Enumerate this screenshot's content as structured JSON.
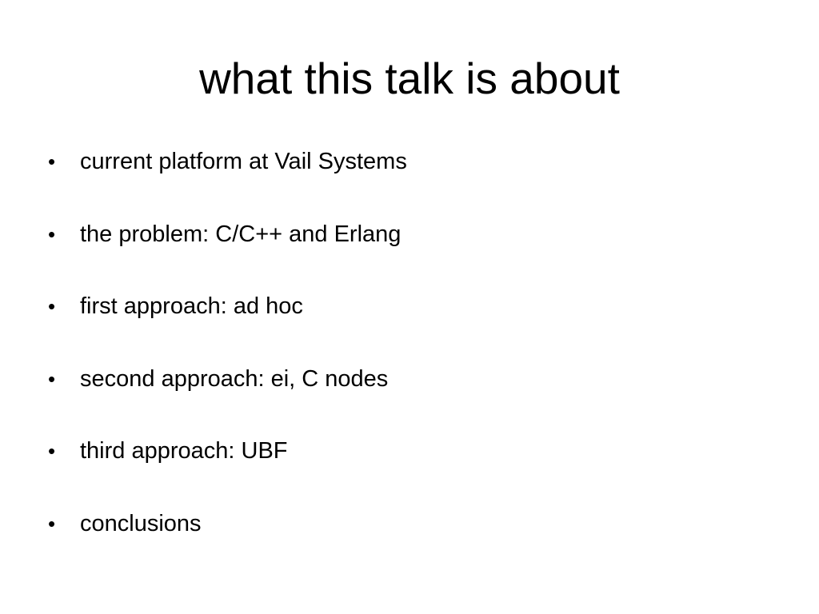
{
  "slide": {
    "title": "what this talk is about",
    "bullet_glyph": "•",
    "items": [
      {
        "text": "current platform at Vail Systems"
      },
      {
        "text": "the problem: C/C++ and Erlang"
      },
      {
        "text": "first approach: ad hoc"
      },
      {
        "text": "second approach: ei, C nodes"
      },
      {
        "text": "third approach: UBF"
      },
      {
        "text": "conclusions"
      }
    ]
  }
}
